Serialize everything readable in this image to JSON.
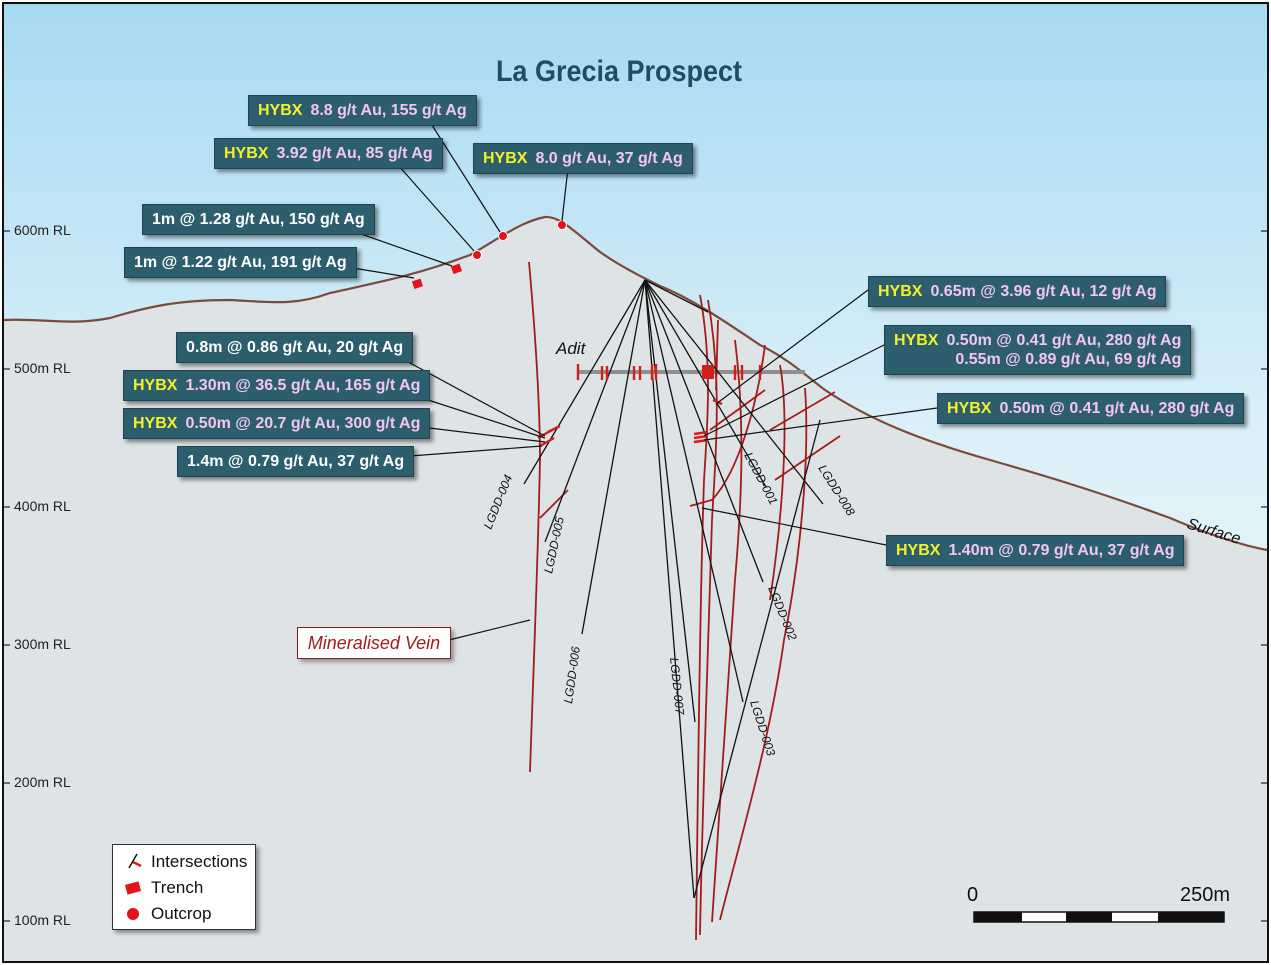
{
  "title": "La Grecia Prospect",
  "rl_labels": [
    "600m RL",
    "500m RL",
    "400m RL",
    "300m RL",
    "200m RL",
    "100m RL"
  ],
  "callouts": [
    {
      "id": "c1",
      "label": "HYBX",
      "value": "8.8 g/t Au, 155 g/t Ag"
    },
    {
      "id": "c2",
      "label": "HYBX",
      "value": "3.92 g/t Au, 85 g/t Ag"
    },
    {
      "id": "c3",
      "label": "HYBX",
      "value": "8.0 g/t Au, 37 g/t Ag"
    },
    {
      "id": "c4",
      "label": "",
      "value": "1m @ 1.28 g/t Au, 150 g/t Ag"
    },
    {
      "id": "c5",
      "label": "",
      "value": "1m @ 1.22 g/t Au, 191 g/t Ag"
    },
    {
      "id": "c6",
      "label": "HYBX",
      "value": "0.65m @ 3.96 g/t Au, 12 g/t Ag"
    },
    {
      "id": "c7",
      "label": "HYBX",
      "value": "0.50m @ 0.41 g/t Au, 280 g/t Ag",
      "value2": "0.55m @ 0.89 g/t Au, 69 g/t Ag"
    },
    {
      "id": "c8",
      "label": "",
      "value": "0.8m @ 0.86 g/t Au, 20 g/t Ag"
    },
    {
      "id": "c9",
      "label": "HYBX",
      "value": "1.30m @ 36.5 g/t Au, 165 g/t Ag"
    },
    {
      "id": "c10",
      "label": "HYBX",
      "value": "0.50m @ 0.41 g/t Au, 280 g/t Ag"
    },
    {
      "id": "c11",
      "label": "HYBX",
      "value": "0.50m @ 20.7 g/t Au, 300 g/t Ag"
    },
    {
      "id": "c12",
      "label": "",
      "value": "1.4m @ 0.79 g/t Au, 37 g/t Ag"
    },
    {
      "id": "c13",
      "label": "HYBX",
      "value": "1.40m @ 0.79 g/t Au, 37 g/t Ag"
    }
  ],
  "adit_label": "Adit",
  "surface_label": "Surface",
  "drill_holes": [
    "LGDD-004",
    "LGDD-005",
    "LGDD-006",
    "LGDD-007",
    "LGDD-001",
    "LGDD-008",
    "LGDD-002",
    "LGDD-003"
  ],
  "vein_label": "Mineralised Vein",
  "legend": {
    "intersections": "Intersections",
    "trench": "Trench",
    "outcrop": "Outcrop"
  },
  "scale": {
    "start": "0",
    "end": "250m"
  },
  "colors": {
    "callout_bg": "#2c5e6e",
    "hybx": "#f3f12a",
    "value_pink": "#f3c6ee",
    "vein": "#a31c1c",
    "surface": "#7a4a3a",
    "sky_top": "#a9dcf2"
  }
}
